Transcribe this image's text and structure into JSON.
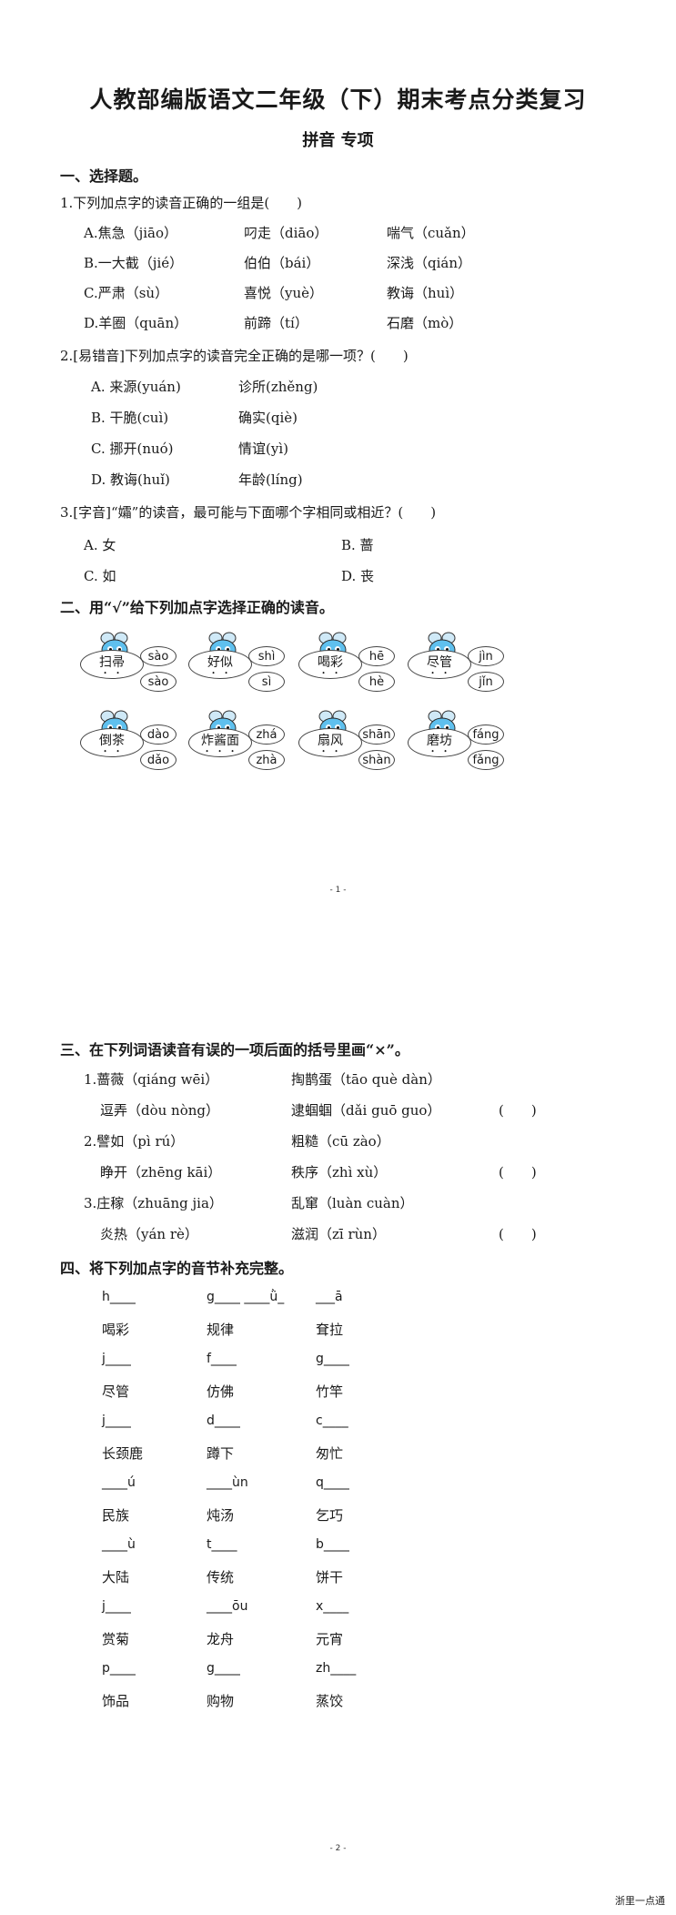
{
  "header": {
    "title": "人教部编版语文二年级（下）期末考点分类复习",
    "subtitle": "拼音 专项"
  },
  "section1": {
    "heading": "一、选择题。",
    "q1": {
      "stem": "1.下列加点字的读音正确的一组是(　　)",
      "rows": [
        [
          "A.焦急（jiāo）",
          "叼走（diāo）",
          "喘气（cuǎn）"
        ],
        [
          "B.一大截（jié）",
          "伯伯（bái）",
          "深浅（qián）"
        ],
        [
          "C.严肃（sù）",
          "喜悦（yuè）",
          "教诲（huì）"
        ],
        [
          "D.羊圈（quān）",
          "前蹄（tí）",
          "石磨（mò）"
        ]
      ]
    },
    "q2": {
      "stem": "2.[易错音]下列加点字的读音完全正确的是哪一项？(　　)",
      "rows": [
        [
          "A. 来源(yuán)",
          "诊所(zhěng)"
        ],
        [
          "B. 干脆(cuì)",
          "确实(qiè)"
        ],
        [
          "C. 挪开(nuó)",
          "情谊(yì)"
        ],
        [
          "D. 教诲(huǐ)",
          "年龄(líng)"
        ]
      ]
    },
    "q3": {
      "stem": "3.[字音]“孀”的读音，最可能与下面哪个字相同或相近？(　　)",
      "rows": [
        [
          "A. 女",
          "B. 蔷"
        ],
        [
          "C. 如",
          "D. 丧"
        ]
      ]
    }
  },
  "section2": {
    "heading": "二、用“√”给下列加点字选择正确的读音。",
    "items": [
      {
        "word": "扫帚",
        "o1": "sào",
        "o2": "sào"
      },
      {
        "word": "好似",
        "o1": "shì",
        "o2": "sì"
      },
      {
        "word": "喝彩",
        "o1": "hē",
        "o2": "hè"
      },
      {
        "word": "尽管",
        "o1": "jìn",
        "o2": "jǐn"
      },
      {
        "word": "倒茶",
        "o1": "dào",
        "o2": "dǎo"
      },
      {
        "word": "炸酱面",
        "o1": "zhá",
        "o2": "zhà"
      },
      {
        "word": "扇风",
        "o1": "shān",
        "o2": "shàn"
      },
      {
        "word": "磨坊",
        "o1": "fáng",
        "o2": "fǎng"
      }
    ]
  },
  "page1_number": "- 1 -",
  "section3": {
    "heading": "三、在下列词语读音有误的一项后面的括号里画“×”。",
    "rows": [
      {
        "a": "1.蔷薇（qiáng wēi）",
        "b": "掏鹊蛋（tāo què dàn）",
        "p": ""
      },
      {
        "a": "逗弄（dòu nòng）",
        "b": "逮蝈蝈（dǎi guō guo）",
        "p": "(　　)"
      },
      {
        "a": "2.譬如（pì rú）",
        "b": "粗糙（cū zào）",
        "p": ""
      },
      {
        "a": "睁开（zhēng kāi）",
        "b": "秩序（zhì xù）",
        "p": "(　　)"
      },
      {
        "a": "3.庄稼（zhuāng jia）",
        "b": "乱窜（luàn cuàn）",
        "p": ""
      },
      {
        "a": "炎热（yán rè）",
        "b": "滋润（zī rùn）",
        "p": "(　　)"
      }
    ]
  },
  "section4": {
    "heading": "四、将下列加点字的音节补充完整。",
    "groups": [
      {
        "blanks": [
          "h____",
          "g____ ____ǜ_",
          "___ā"
        ],
        "words": [
          "喝彩",
          "规律",
          "耷拉"
        ]
      },
      {
        "blanks": [
          "j____",
          "f____",
          "g____"
        ],
        "words": [
          "尽管",
          "仿佛",
          "竹竿"
        ]
      },
      {
        "blanks": [
          "j____",
          "d____",
          "c____"
        ],
        "words": [
          "长颈鹿",
          "蹲下",
          "匆忙"
        ]
      },
      {
        "blanks": [
          "____ú",
          "____ùn",
          "q____"
        ],
        "words": [
          "民族",
          "炖汤",
          "乞巧"
        ]
      },
      {
        "blanks": [
          "____ù",
          "t____",
          "b____"
        ],
        "words": [
          "大陆",
          "传统",
          "饼干"
        ]
      },
      {
        "blanks": [
          "j____",
          "____ōu",
          "x____"
        ],
        "words": [
          "赏菊",
          "龙舟",
          "元宵"
        ]
      },
      {
        "blanks": [
          "p____",
          "g____",
          "zh____"
        ],
        "words": [
          "饰品",
          "购物",
          "蒸饺"
        ]
      }
    ]
  },
  "page2_number": "- 2 -",
  "footer": "浙里一点通",
  "colors": {
    "bee_body": "#5fc0ee",
    "text": "#1a1a1a"
  }
}
